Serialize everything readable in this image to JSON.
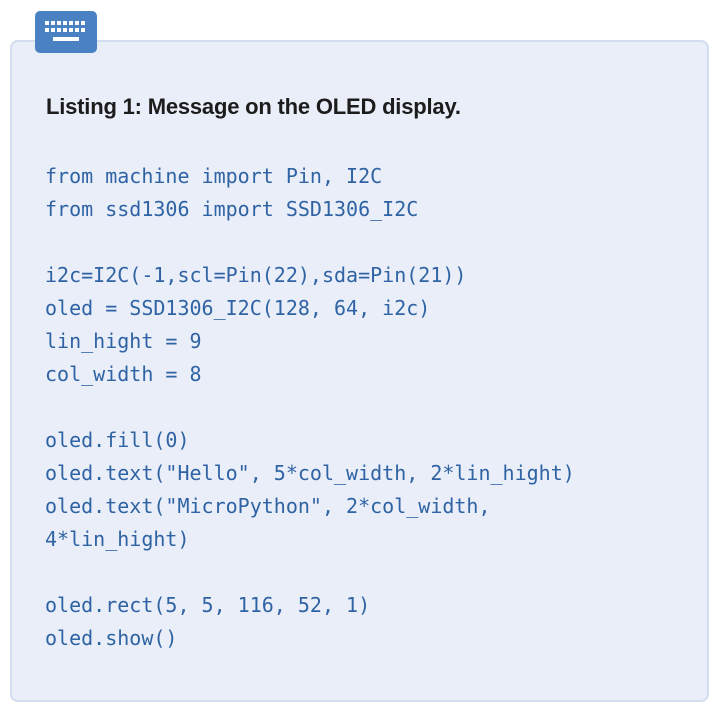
{
  "listing": {
    "icon": "keyboard-icon",
    "title": "Listing 1: Message on the OLED display.",
    "code_lines": [
      "from machine import Pin, I2C",
      "from ssd1306 import SSD1306_I2C",
      "",
      "i2c=I2C(-1,scl=Pin(22),sda=Pin(21))",
      "oled = SSD1306_I2C(128, 64, i2c)",
      "lin_hight = 9",
      "col_width = 8",
      "",
      "oled.fill(0)",
      "oled.text(\"Hello\", 5*col_width, 2*lin_hight)",
      "oled.text(\"MicroPython\", 2*col_width,",
      "4*lin_hight)",
      "",
      "oled.rect(5, 5, 116, 52, 1)",
      "oled.show()"
    ]
  },
  "colors": {
    "box_background": "#e9eef8",
    "box_border": "#d3ddf0",
    "code_text": "#2f63a4",
    "title_text": "#1c1c1c",
    "icon_background": "#4a81c3"
  }
}
